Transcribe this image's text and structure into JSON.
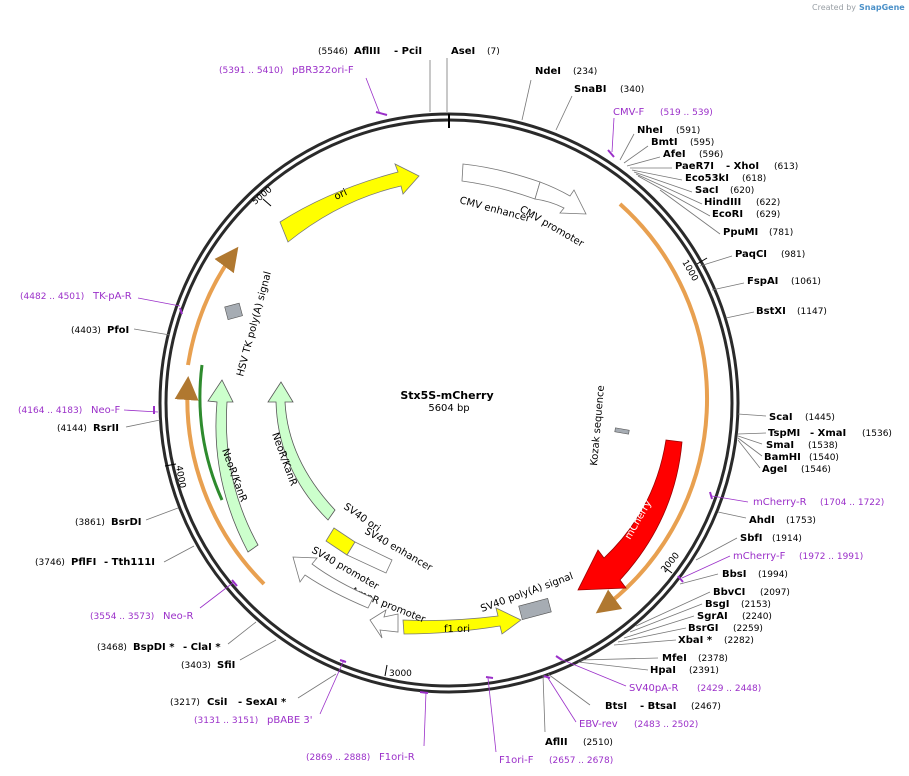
{
  "credit": {
    "created_by": "Created by",
    "brand": "SnapGene"
  },
  "plasmid": {
    "name": "Stx5S-mCherry",
    "length_label": "5604 bp"
  },
  "ticks": [
    {
      "label": "1000"
    },
    {
      "label": "2000"
    },
    {
      "label": "3000"
    },
    {
      "label": "4000"
    },
    {
      "label": "5000"
    }
  ],
  "features": {
    "ori": "ori",
    "cmv_enhancer": "CMV enhancer",
    "cmv_promoter": "CMV promoter",
    "kozak": "Kozak sequence",
    "mcherry": "mCherry",
    "sv40_polya": "SV40 poly(A) signal",
    "f1_ori": "f1 ori",
    "ampr_promoter": "AmpR promoter",
    "sv40_promoter": "SV40 promoter",
    "sv40_ori": "SV40 ori",
    "sv40_enhancer": "SV40 enhancer",
    "neor_inner": "NeoR/KanR",
    "neor_outer": "NeoR/KanR",
    "hsv_tk": "HSV TK poly(A) signal"
  },
  "enzymes": [
    {
      "name": "AflIII",
      "pos": "(5546)"
    },
    {
      "name": "- PciI",
      "pos": ""
    },
    {
      "name": "AseI",
      "pos": "(7)"
    },
    {
      "name": "NdeI",
      "pos": "(234)"
    },
    {
      "name": "SnaBI",
      "pos": "(340)"
    },
    {
      "name": "NheI",
      "pos": "(591)"
    },
    {
      "name": "BmtI",
      "pos": "(595)"
    },
    {
      "name": "AfeI",
      "pos": "(596)"
    },
    {
      "name": "PaeR7I",
      "pos": ""
    },
    {
      "name": "- XhoI",
      "pos": "(613)"
    },
    {
      "name": "Eco53kI",
      "pos": "(618)"
    },
    {
      "name": "SacI",
      "pos": "(620)"
    },
    {
      "name": "HindIII",
      "pos": "(622)"
    },
    {
      "name": "EcoRI",
      "pos": "(629)"
    },
    {
      "name": "PpuMI",
      "pos": "(781)"
    },
    {
      "name": "PaqCI",
      "pos": "(981)"
    },
    {
      "name": "FspAI",
      "pos": "(1061)"
    },
    {
      "name": "BstXI",
      "pos": "(1147)"
    },
    {
      "name": "ScaI",
      "pos": "(1445)"
    },
    {
      "name": "TspMI",
      "pos": ""
    },
    {
      "name": "- XmaI",
      "pos": "(1536)"
    },
    {
      "name": "SmaI",
      "pos": "(1538)"
    },
    {
      "name": "BamHI",
      "pos": "(1540)"
    },
    {
      "name": "AgeI",
      "pos": "(1546)"
    },
    {
      "name": "AhdI",
      "pos": "(1753)"
    },
    {
      "name": "SbfI",
      "pos": "(1914)"
    },
    {
      "name": "BbsI",
      "pos": "(1994)"
    },
    {
      "name": "BbvCI",
      "pos": "(2097)"
    },
    {
      "name": "BsgI",
      "pos": "(2153)"
    },
    {
      "name": "SgrAI",
      "pos": "(2240)"
    },
    {
      "name": "BsrGI",
      "pos": "(2259)"
    },
    {
      "name": "XbaI *",
      "pos": "(2282)"
    },
    {
      "name": "MfeI",
      "pos": "(2378)"
    },
    {
      "name": "HpaI",
      "pos": "(2391)"
    },
    {
      "name": "BtsI",
      "pos": ""
    },
    {
      "name": "- BtsaI",
      "pos": "(2467)"
    },
    {
      "name": "AflII",
      "pos": "(2510)"
    },
    {
      "name": "CsiI",
      "pos": "(3217)"
    },
    {
      "name": "- SexAI *",
      "pos": ""
    },
    {
      "name": "SfiI",
      "pos": "(3403)"
    },
    {
      "name": "BspDI *",
      "pos": "(3468)"
    },
    {
      "name": "- ClaI *",
      "pos": ""
    },
    {
      "name": "PflFI",
      "pos": "(3746)"
    },
    {
      "name": "- Tth111I",
      "pos": ""
    },
    {
      "name": "BsrDI",
      "pos": "(3861)"
    },
    {
      "name": "RsrII",
      "pos": "(4144)"
    },
    {
      "name": "PfoI",
      "pos": "(4403)"
    }
  ],
  "primers": [
    {
      "name": "pBR322ori-F",
      "range": "(5391 .. 5410)"
    },
    {
      "name": "CMV-F",
      "range": "(519 .. 539)"
    },
    {
      "name": "mCherry-R",
      "range": "(1704 .. 1722)"
    },
    {
      "name": "mCherry-F",
      "range": "(1972 .. 1991)"
    },
    {
      "name": "SV40pA-R",
      "range": "(2429 .. 2448)"
    },
    {
      "name": "EBV-rev",
      "range": "(2483 .. 2502)"
    },
    {
      "name": "F1ori-F",
      "range": "(2657 .. 2678)"
    },
    {
      "name": "F1ori-R",
      "range": "(2869 .. 2888)"
    },
    {
      "name": "pBABE 3'",
      "range": "(3131 .. 3151)"
    },
    {
      "name": "Neo-R",
      "range": "(3554 .. 3573)"
    },
    {
      "name": "Neo-F",
      "range": "(4164 .. 4183)"
    },
    {
      "name": "TK-pA-R",
      "range": "(4482 .. 4501)"
    }
  ],
  "colors": {
    "backbone": "#333333",
    "ori": "#ffff00",
    "mcherry": "#ff0000",
    "neor": "#ccffcc",
    "hsv_tk": "#a6acb3",
    "primer": "#9b30c9",
    "orf": "#e8a050"
  }
}
